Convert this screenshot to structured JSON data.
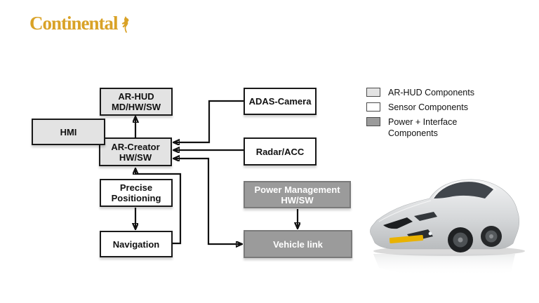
{
  "logo": {
    "text": "Continental",
    "color": "#D9A227",
    "icon": "continental-horse-icon"
  },
  "colors": {
    "arhud_component_fill": "#E3E3E3",
    "sensor_component_fill": "#FFFFFF",
    "power_interface_fill": "#9B9B9B",
    "box_border": "#1A1A1A",
    "arrow": "#111111",
    "car_banner_yellow": "#E9B200"
  },
  "diagram": {
    "boxes": [
      {
        "id": "ar-hud",
        "label": "AR-HUD\nMD/HW/SW",
        "category": "ar-hud"
      },
      {
        "id": "hmi",
        "label": "HMI",
        "category": "ar-hud"
      },
      {
        "id": "ar-creator",
        "label": "AR-Creator\nHW/SW",
        "category": "ar-hud"
      },
      {
        "id": "precise-positioning",
        "label": "Precise\nPositioning",
        "category": "sensor"
      },
      {
        "id": "navigation",
        "label": "Navigation",
        "category": "sensor"
      },
      {
        "id": "adas-camera",
        "label": "ADAS-Camera",
        "category": "sensor"
      },
      {
        "id": "radar-acc",
        "label": "Radar/ACC",
        "category": "sensor"
      },
      {
        "id": "power-management",
        "label": "Power Management\nHW/SW",
        "category": "power-interface"
      },
      {
        "id": "vehicle-link",
        "label": "Vehicle link",
        "category": "power-interface"
      }
    ],
    "connections": [
      {
        "from": "ar-creator",
        "to": "ar-hud"
      },
      {
        "from": "adas-camera",
        "to": "ar-creator"
      },
      {
        "from": "radar-acc",
        "to": "ar-creator"
      },
      {
        "from": "vehicle-link",
        "to": "ar-creator",
        "bidirectional": true
      },
      {
        "from": "power-management",
        "to": "vehicle-link"
      },
      {
        "from": "precise-positioning",
        "to": "navigation"
      },
      {
        "from": "navigation",
        "to": "ar-creator"
      }
    ]
  },
  "legend": {
    "items": [
      {
        "label": "AR-HUD Components",
        "swatch": "#E3E3E3"
      },
      {
        "label": "Sensor Components",
        "swatch": "#FFFFFF"
      },
      {
        "label": "Power + Interface\nComponents",
        "swatch": "#9B9B9B"
      }
    ]
  },
  "car": {
    "icon": "silver-concept-car-image"
  }
}
